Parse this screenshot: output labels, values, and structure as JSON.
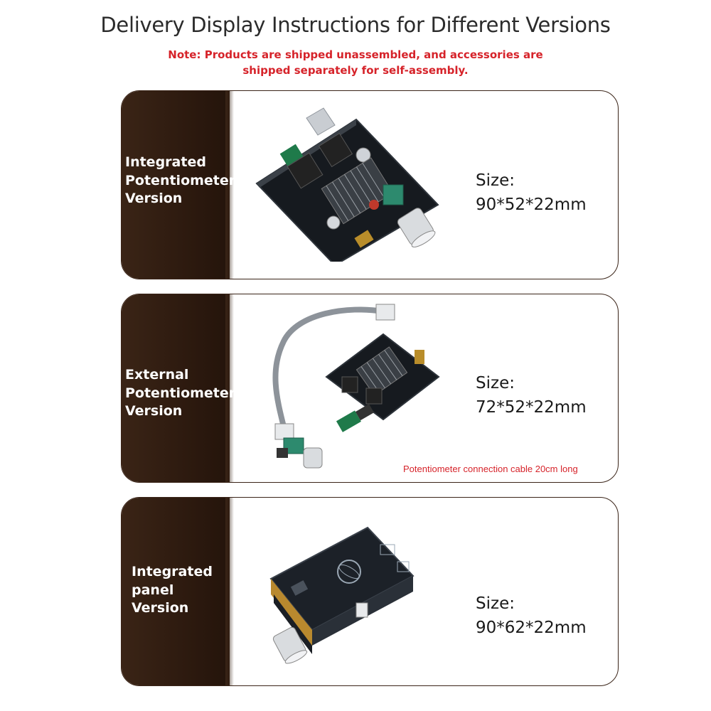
{
  "header": {
    "title": "Delivery Display Instructions for Different Versions",
    "note_line1": "Note: Products are shipped unassembled, and accessories are",
    "note_line2": "shipped separately for self-assembly."
  },
  "versions": [
    {
      "label_lines": [
        "Integrated",
        "Potentiometer",
        "Version"
      ],
      "size_label": "Size:",
      "size_value": "90*52*22mm",
      "image_icon": "amplifier-board-with-knob"
    },
    {
      "label_lines": [
        "External",
        "Potentiometer",
        "Version"
      ],
      "size_label": "Size:",
      "size_value": "72*52*22mm",
      "caption": "Potentiometer connection cable 20cm long",
      "image_icon": "amplifier-board-with-cable-potentiometer"
    },
    {
      "label_lines": [
        "Integrated",
        "panel",
        "Version"
      ],
      "size_label": "Size:",
      "size_value": "90*62*22mm",
      "image_icon": "amplifier-in-panel-case"
    }
  ],
  "colors": {
    "accent_red": "#d6232a",
    "label_panel": "#2d1a0f",
    "title_text": "#2b2b2b"
  }
}
